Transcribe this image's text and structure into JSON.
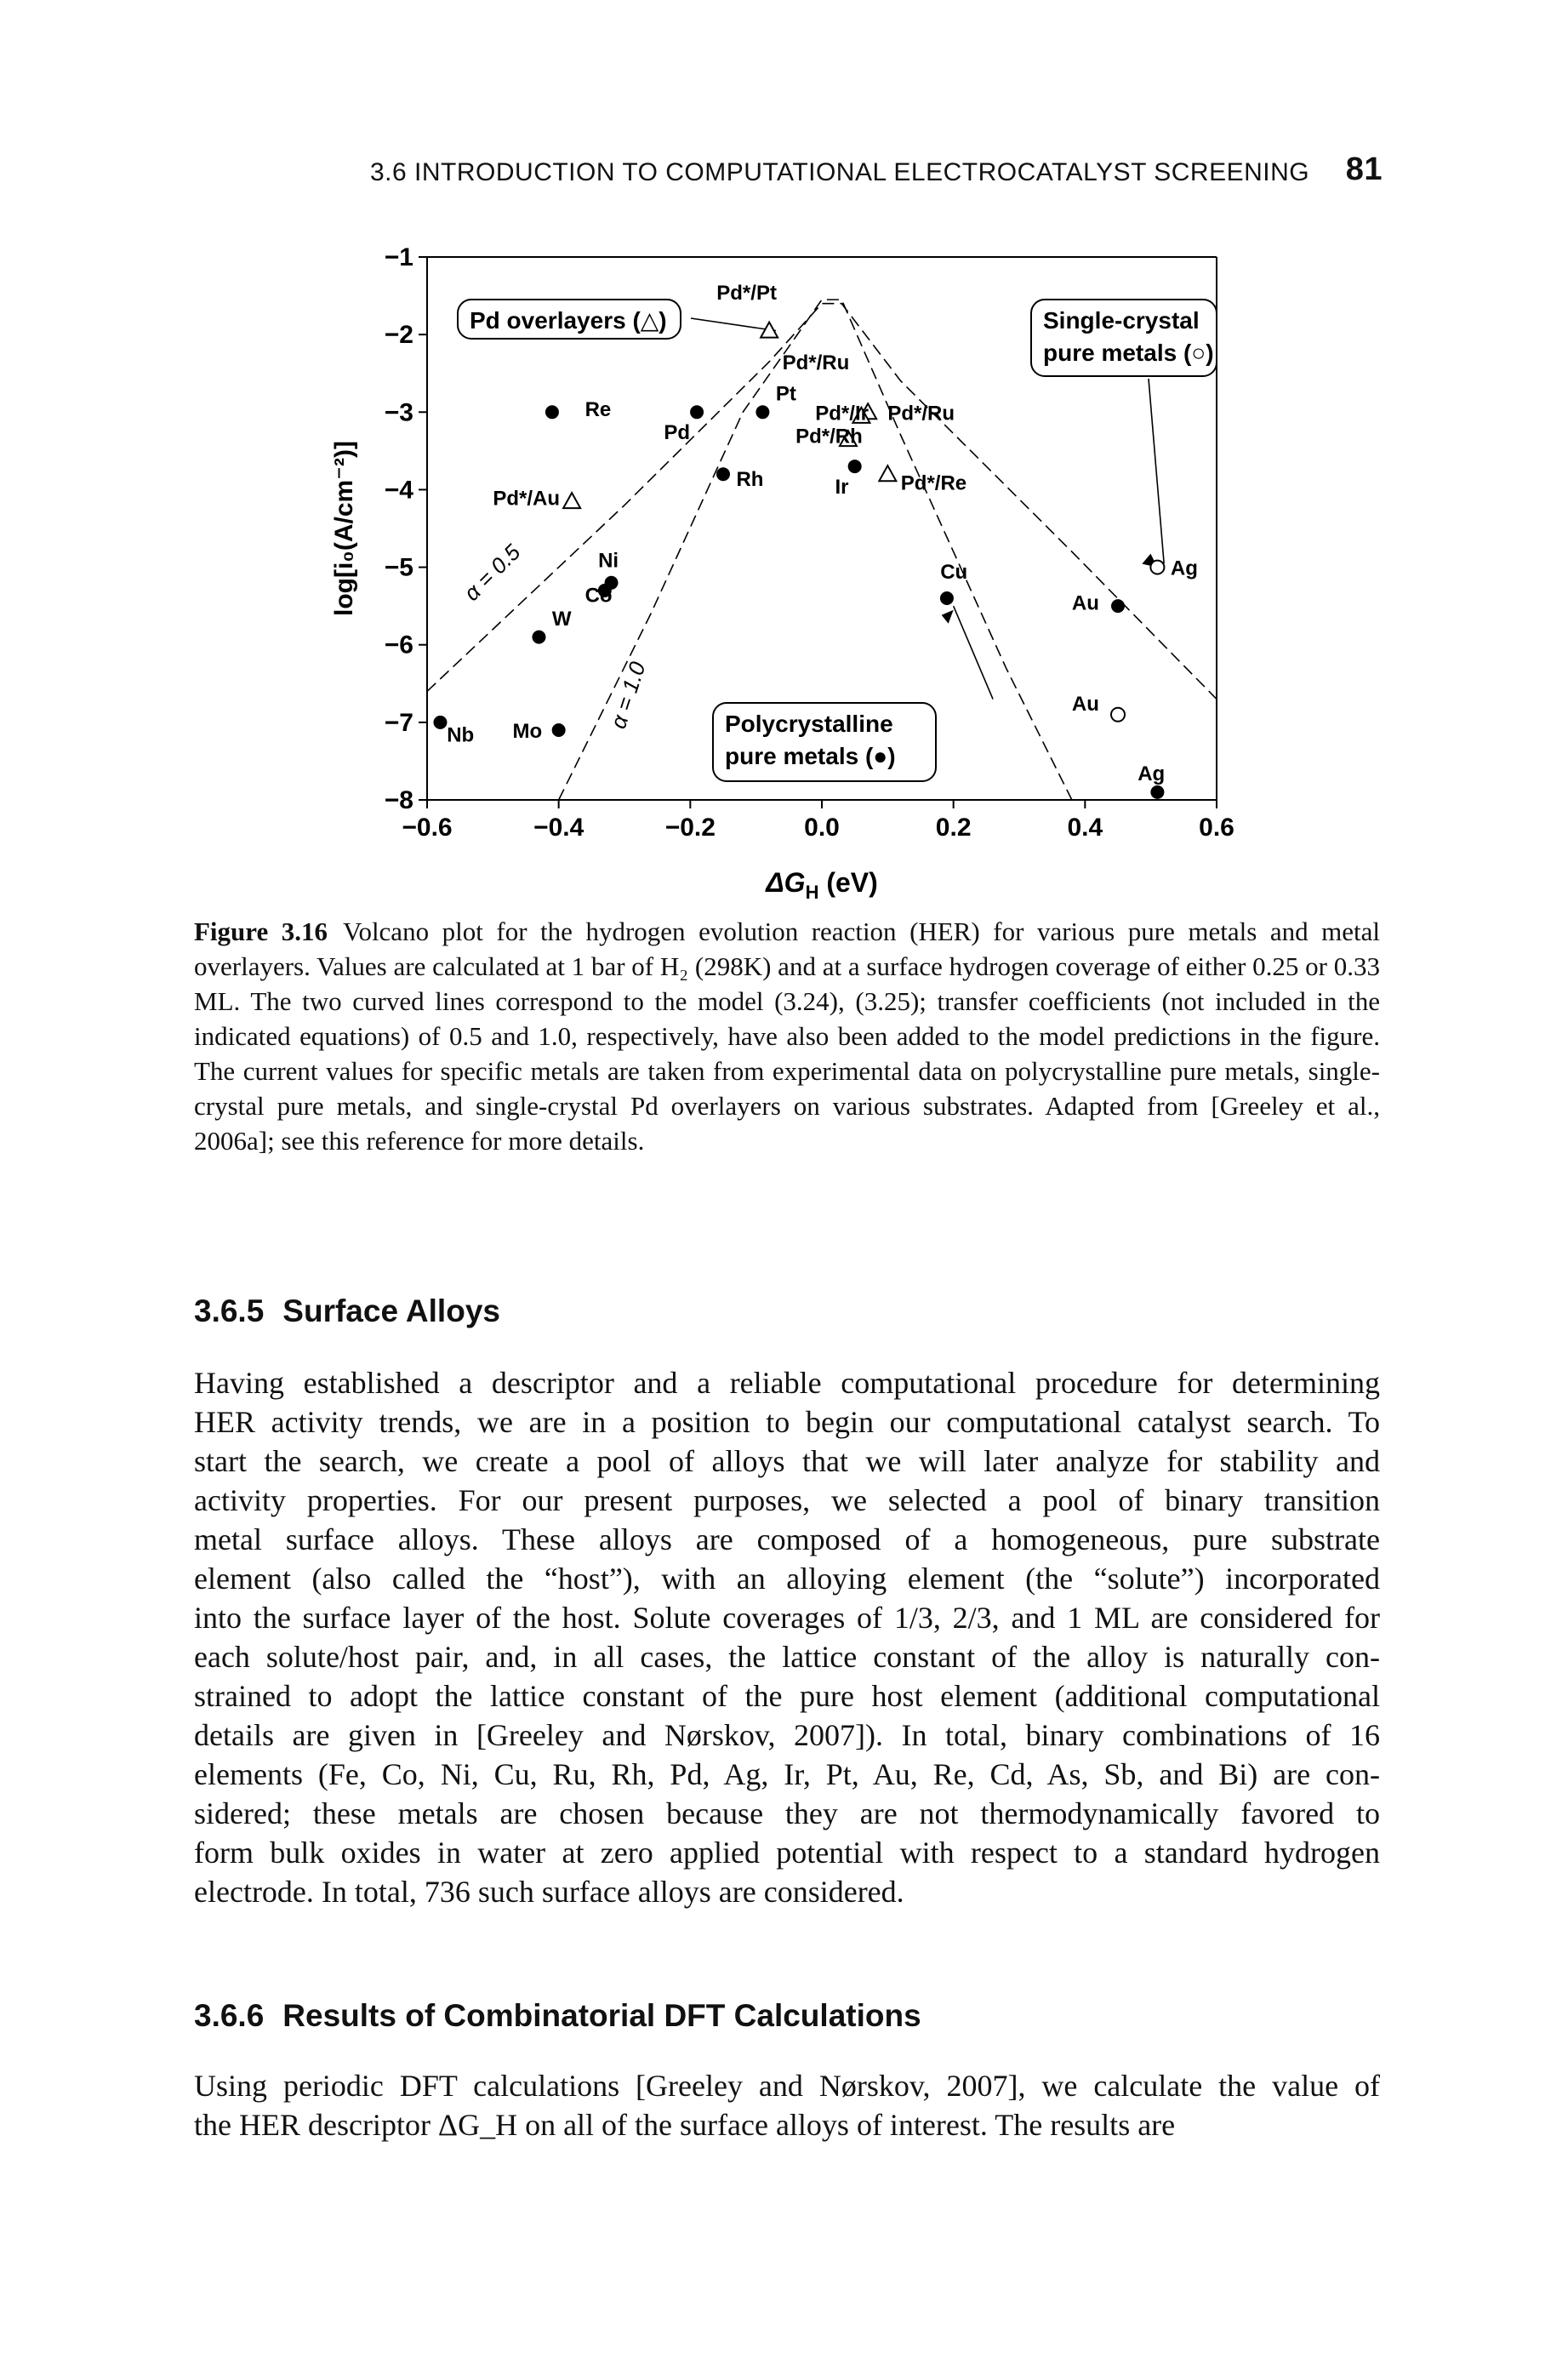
{
  "running_head": {
    "section": "3.6 INTRODUCTION TO COMPUTATIONAL ELECTROCATALYST SCREENING",
    "page_number": "81"
  },
  "figure": {
    "xlabel": "ΔG",
    "xlabel_sub": "H",
    "xlabel_unit": " (eV)",
    "ylabel": "log[i₀(A/cm⁻²)]",
    "xticks": [
      "−0.6",
      "−0.4",
      "−0.2",
      "0.0",
      "0.2",
      "0.4",
      "0.6"
    ],
    "yticks": [
      "−1",
      "−2",
      "−3",
      "−4",
      "−5",
      "−6",
      "−7",
      "−8"
    ],
    "legend_boxes": {
      "overlayers": "Pd overlayers (△)",
      "single_crystal_line1": "Single-crystal",
      "single_crystal_line2": "pure metals (○)",
      "polycrystalline_line1": "Polycrystalline",
      "polycrystalline_line2": "pure metals (●)"
    },
    "alpha_labels": {
      "a05": "α = 0.5",
      "a10": "α = 1.0"
    },
    "point_labels": {
      "pd_pt": "Pd*/Pt",
      "pd_ru": "Pd*/Ru",
      "pt": "Pt",
      "pd_ir": "Pd*/Ir",
      "pd_ru2": "Pd*/Ru",
      "pd_rh": "Pd*/Rh",
      "re": "Re",
      "pd": "Pd",
      "pd_au": "Pd*/Au",
      "rh": "Rh",
      "ir": "Ir",
      "pd_re": "Pd*/Re",
      "ni": "Ni",
      "co": "Co",
      "cu": "Cu",
      "ag_sc": "Ag",
      "au_sc": "Au",
      "w": "W",
      "nb": "Nb",
      "mo": "Mo",
      "au_poly": "Au",
      "ag_poly": "Ag"
    }
  },
  "chart_data": {
    "type": "scatter",
    "title": "",
    "xlabel": "ΔG_H (eV)",
    "ylabel": "log[i₀(A/cm⁻²)]",
    "xlim": [
      -0.6,
      0.6
    ],
    "ylim": [
      -8,
      -1
    ],
    "series": [
      {
        "name": "Polycrystalline pure metals (●)",
        "points": [
          {
            "label": "Nb",
            "x": -0.58,
            "y": -7.0
          },
          {
            "label": "Mo",
            "x": -0.4,
            "y": -7.1
          },
          {
            "label": "W",
            "x": -0.43,
            "y": -5.9
          },
          {
            "label": "Co",
            "x": -0.33,
            "y": -5.3
          },
          {
            "label": "Ni",
            "x": -0.32,
            "y": -5.2
          },
          {
            "label": "Re",
            "x": -0.41,
            "y": -3.0
          },
          {
            "label": "Pd",
            "x": -0.19,
            "y": -3.0
          },
          {
            "label": "Rh",
            "x": -0.15,
            "y": -3.8
          },
          {
            "label": "Pt",
            "x": -0.09,
            "y": -3.0
          },
          {
            "label": "Ir",
            "x": 0.05,
            "y": -3.7
          },
          {
            "label": "Cu",
            "x": 0.19,
            "y": -5.4
          },
          {
            "label": "Au",
            "x": 0.45,
            "y": -5.5
          },
          {
            "label": "Ag",
            "x": 0.51,
            "y": -7.9
          }
        ]
      },
      {
        "name": "Single-crystal pure metals (○)",
        "points": [
          {
            "label": "Ag",
            "x": 0.51,
            "y": -5.0
          },
          {
            "label": "Au",
            "x": 0.45,
            "y": -6.9
          }
        ]
      },
      {
        "name": "Pd overlayers (△)",
        "points": [
          {
            "label": "Pd*/Pt",
            "x": -0.08,
            "y": -1.95
          },
          {
            "label": "Pd*/Ru",
            "x": 0.07,
            "y": -3.0
          },
          {
            "label": "Pd*/Ir",
            "x": 0.06,
            "y": -3.05
          },
          {
            "label": "Pd*/Rh",
            "x": 0.04,
            "y": -3.35
          },
          {
            "label": "Pd*/Re",
            "x": 0.1,
            "y": -3.8
          },
          {
            "label": "Pd*/Au",
            "x": -0.38,
            "y": -4.15
          }
        ]
      }
    ],
    "models": [
      {
        "alpha": "0.5",
        "style": "dashed"
      },
      {
        "alpha": "1.0",
        "style": "dashed"
      }
    ],
    "grid": false,
    "legend": "boxed text labels inside plot"
  },
  "caption": {
    "label": "Figure 3.16",
    "text": "Volcano plot for the hydrogen evolution reaction (HER) for various pure metals and metal overlayers. Values are calculated at 1 bar of H₂ (298K) and at a surface hydrogen coverage of either 0.25 or 0.33 ML. The two curved lines correspond to the model (3.24), (3.25); transfer coefficients (not included in the indicated equations) of 0.5 and 1.0, respectively, have also been added to the model predictions in the figure. The current values for specific metals are taken from experimental data on polycrystalline pure metals, single-crystal pure metals, and single-crystal Pd overlayers on various substrates. Adapted from [Greeley et al., 2006a]; see this reference for more details."
  },
  "section_365": {
    "number": "3.6.5",
    "title": "Surface Alloys",
    "lines": [
      "Having established a descriptor and a reliable computational procedure for determining",
      "HER activity trends, we are in a position to begin our computational catalyst search. To",
      "start the search, we create a pool of alloys that we will later analyze for stability and",
      "activity properties. For our present purposes, we selected a pool of binary transition",
      "metal surface alloys. These alloys are composed of a homogeneous, pure substrate",
      "element (also called the “host”), with an alloying element (the “solute”) incorporated",
      "into the surface layer of the host. Solute coverages of 1/3, 2/3, and 1 ML are considered for",
      "each solute/host pair, and, in all cases, the lattice constant of the alloy is naturally con-",
      "strained to adopt the lattice constant of the pure host element (additional computational",
      "details are given in [Greeley and Nørskov, 2007]). In total, binary combinations of 16",
      "elements (Fe, Co, Ni, Cu, Ru, Rh, Pd, Ag, Ir, Pt, Au, Re, Cd, As, Sb, and Bi) are con-",
      "sidered; these metals are chosen because they are not thermodynamically favored to",
      "form bulk oxides in water at zero applied potential with respect to a standard hydrogen",
      "electrode. In total, 736 such surface alloys are considered."
    ]
  },
  "section_366": {
    "number": "3.6.6",
    "title": "Results of Combinatorial DFT Calculations",
    "lines": [
      "Using periodic DFT calculations [Greeley and Nørskov, 2007], we calculate the value of",
      "the HER descriptor ΔG_H on all of the surface alloys of interest. The results are"
    ]
  }
}
